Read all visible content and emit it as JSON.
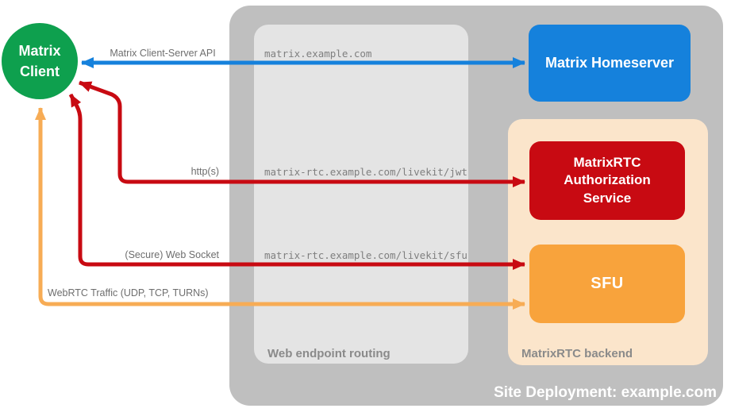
{
  "diagram": {
    "title": "Site Deployment: example.com",
    "client": {
      "label": "Matrix Client",
      "lines": [
        "Matrix",
        "Client"
      ]
    },
    "nodes": {
      "homeserver": {
        "label": "Matrix Homeserver"
      },
      "auth_service": {
        "label": "MatrixRTC Authorization Service"
      },
      "sfu": {
        "label": "SFU"
      }
    },
    "containers": {
      "routing": {
        "label": "Web endpoint routing"
      },
      "backend": {
        "label": "MatrixRTC backend"
      }
    },
    "endpoints": [
      "matrix.example.com",
      "matrix-rtc.example.com/livekit/jwt",
      "matrix-rtc.example.com/livekit/sfu"
    ],
    "arrows": [
      {
        "label": "Matrix Client-Server API",
        "from": "Matrix Client",
        "to": "Matrix Homeserver",
        "bidirectional": true,
        "color": "#1581DC"
      },
      {
        "label": "http(s)",
        "from": "Matrix Client",
        "to": "MatrixRTC Authorization Service",
        "bidirectional": true,
        "color": "#C80A12"
      },
      {
        "label": "(Secure) Web Socket",
        "from": "Matrix Client",
        "to": "SFU",
        "bidirectional": true,
        "color": "#C80A12"
      },
      {
        "label": "WebRTC Traffic (UDP, TCP, TURNs)",
        "from": "Matrix Client",
        "to": "SFU",
        "bidirectional": true,
        "color": "#F7AC55"
      }
    ],
    "colors": {
      "client_green": "#0EA04E",
      "homeserver_blue": "#1581DC",
      "auth_red": "#C80A12",
      "sfu_orange": "#F8A33C",
      "backend_peach": "#FBE5CB",
      "site_container_gray": "#BFBFBF",
      "routing_container_gray": "#E4E4E4",
      "webrtc_arrow_orange": "#F7AC55",
      "label_gray": "#6E6E6E",
      "container_label_gray": "#8A8A8A"
    }
  }
}
